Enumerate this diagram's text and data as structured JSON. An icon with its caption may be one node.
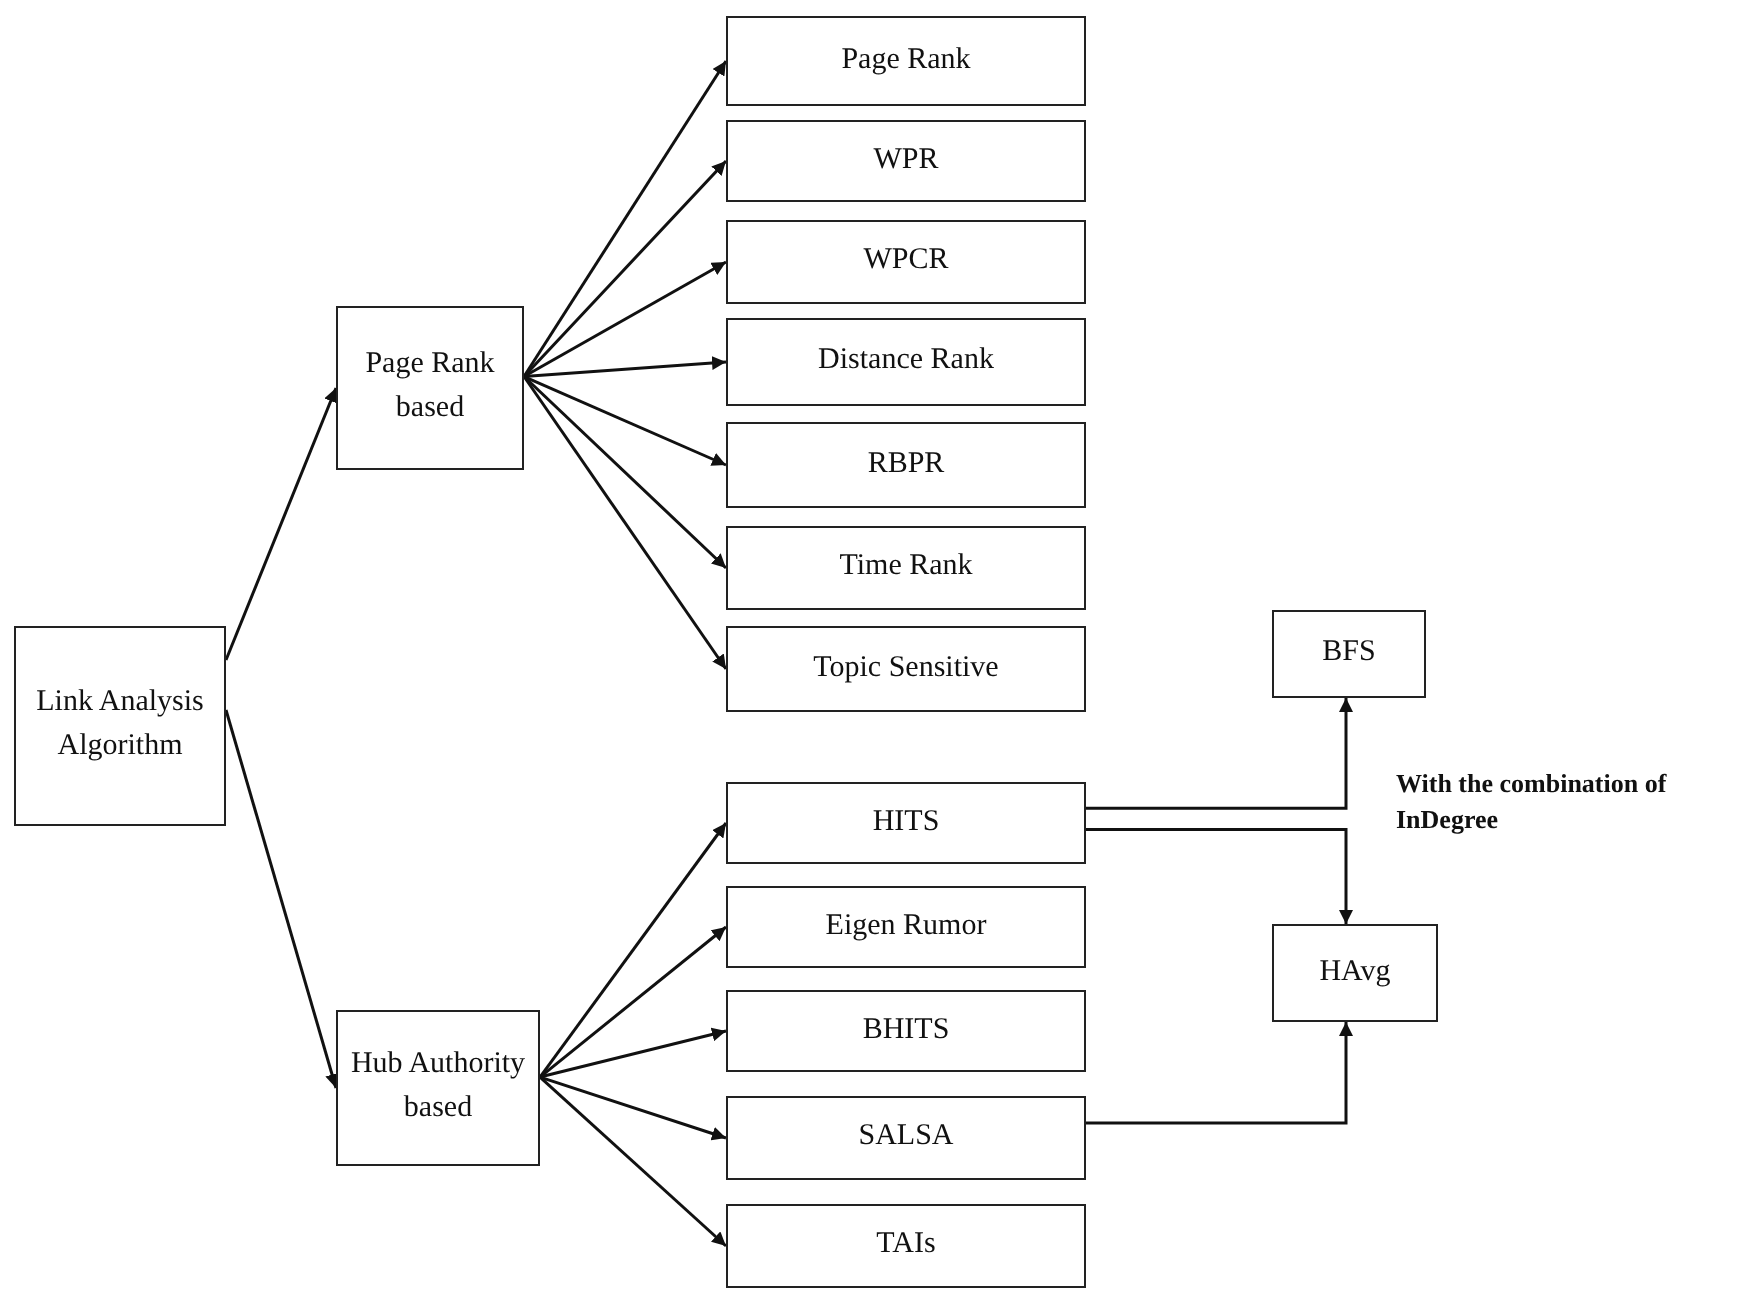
{
  "diagram": {
    "nodes": [
      {
        "text": [
          "Link Analysis Algorithm"
        ]
      },
      {
        "text": [
          "Page Rank based"
        ]
      },
      {
        "text": [
          "Hub Authority based"
        ]
      },
      {
        "text": [
          "Page Rank"
        ]
      },
      {
        "text": [
          "WPR"
        ]
      },
      {
        "text": [
          "WPCR"
        ]
      },
      {
        "text": [
          "Distance Rank"
        ]
      },
      {
        "text": [
          "RBPR"
        ]
      },
      {
        "text": [
          "Time Rank"
        ]
      },
      {
        "text": [
          "Topic Sensitive"
        ]
      },
      {
        "text": [
          "HITS"
        ]
      },
      {
        "text": [
          "Eigen Rumor"
        ]
      },
      {
        "text": [
          "BHITS"
        ]
      },
      {
        "text": [
          "SALSA"
        ]
      },
      {
        "text": [
          "TAIs"
        ]
      },
      {
        "text": [
          "BFS"
        ]
      },
      {
        "text": [
          "HAvg"
        ]
      }
    ],
    "edges": [
      {
        "from": 0,
        "to": 1,
        "arrow": "to"
      },
      {
        "from": 0,
        "to": 2,
        "arrow": "to"
      },
      {
        "from": 1,
        "to": 3,
        "arrow": "to"
      },
      {
        "from": 1,
        "to": 4,
        "arrow": "to"
      },
      {
        "from": 1,
        "to": 5,
        "arrow": "to"
      },
      {
        "from": 1,
        "to": 6,
        "arrow": "to"
      },
      {
        "from": 1,
        "to": 7,
        "arrow": "to"
      },
      {
        "from": 1,
        "to": 8,
        "arrow": "to"
      },
      {
        "from": 1,
        "to": 9,
        "arrow": "to"
      },
      {
        "from": 2,
        "to": 10,
        "arrow": "to"
      },
      {
        "from": 2,
        "to": 11,
        "arrow": "to"
      },
      {
        "from": 2,
        "to": 12,
        "arrow": "to"
      },
      {
        "from": 2,
        "to": 13,
        "arrow": "to"
      },
      {
        "from": 2,
        "to": 14,
        "arrow": "to"
      },
      {
        "from": 10,
        "to": 15,
        "arrow": "to",
        "label": "With the combination of InDegree"
      },
      {
        "from": 10,
        "to": 16,
        "arrow": "to"
      },
      {
        "from": 13,
        "to": 16,
        "arrow": "to"
      }
    ]
  }
}
